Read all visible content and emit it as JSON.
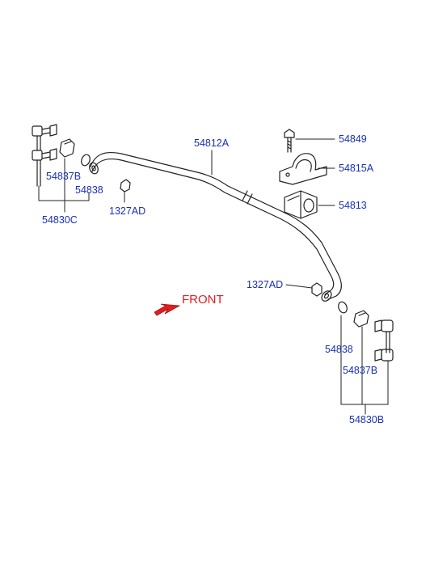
{
  "colors": {
    "label_blue": "#1a2fb8",
    "front_red": "#e11d1d",
    "line": "#222222"
  },
  "labels": {
    "stabilizer_bar": "54812A",
    "bolt": "54849",
    "bracket": "54815A",
    "bushing": "54813",
    "nut_left": "1327AD",
    "nut_right": "1327AD",
    "link_left_assy": "54830C",
    "link_left_ball": "54837B",
    "link_left_washer": "54838",
    "link_right_assy": "54830B",
    "link_right_ball": "54837B",
    "link_right_washer": "54838"
  },
  "front": {
    "label": "FRONT",
    "arrow_icon": "front-direction-arrow-icon"
  }
}
